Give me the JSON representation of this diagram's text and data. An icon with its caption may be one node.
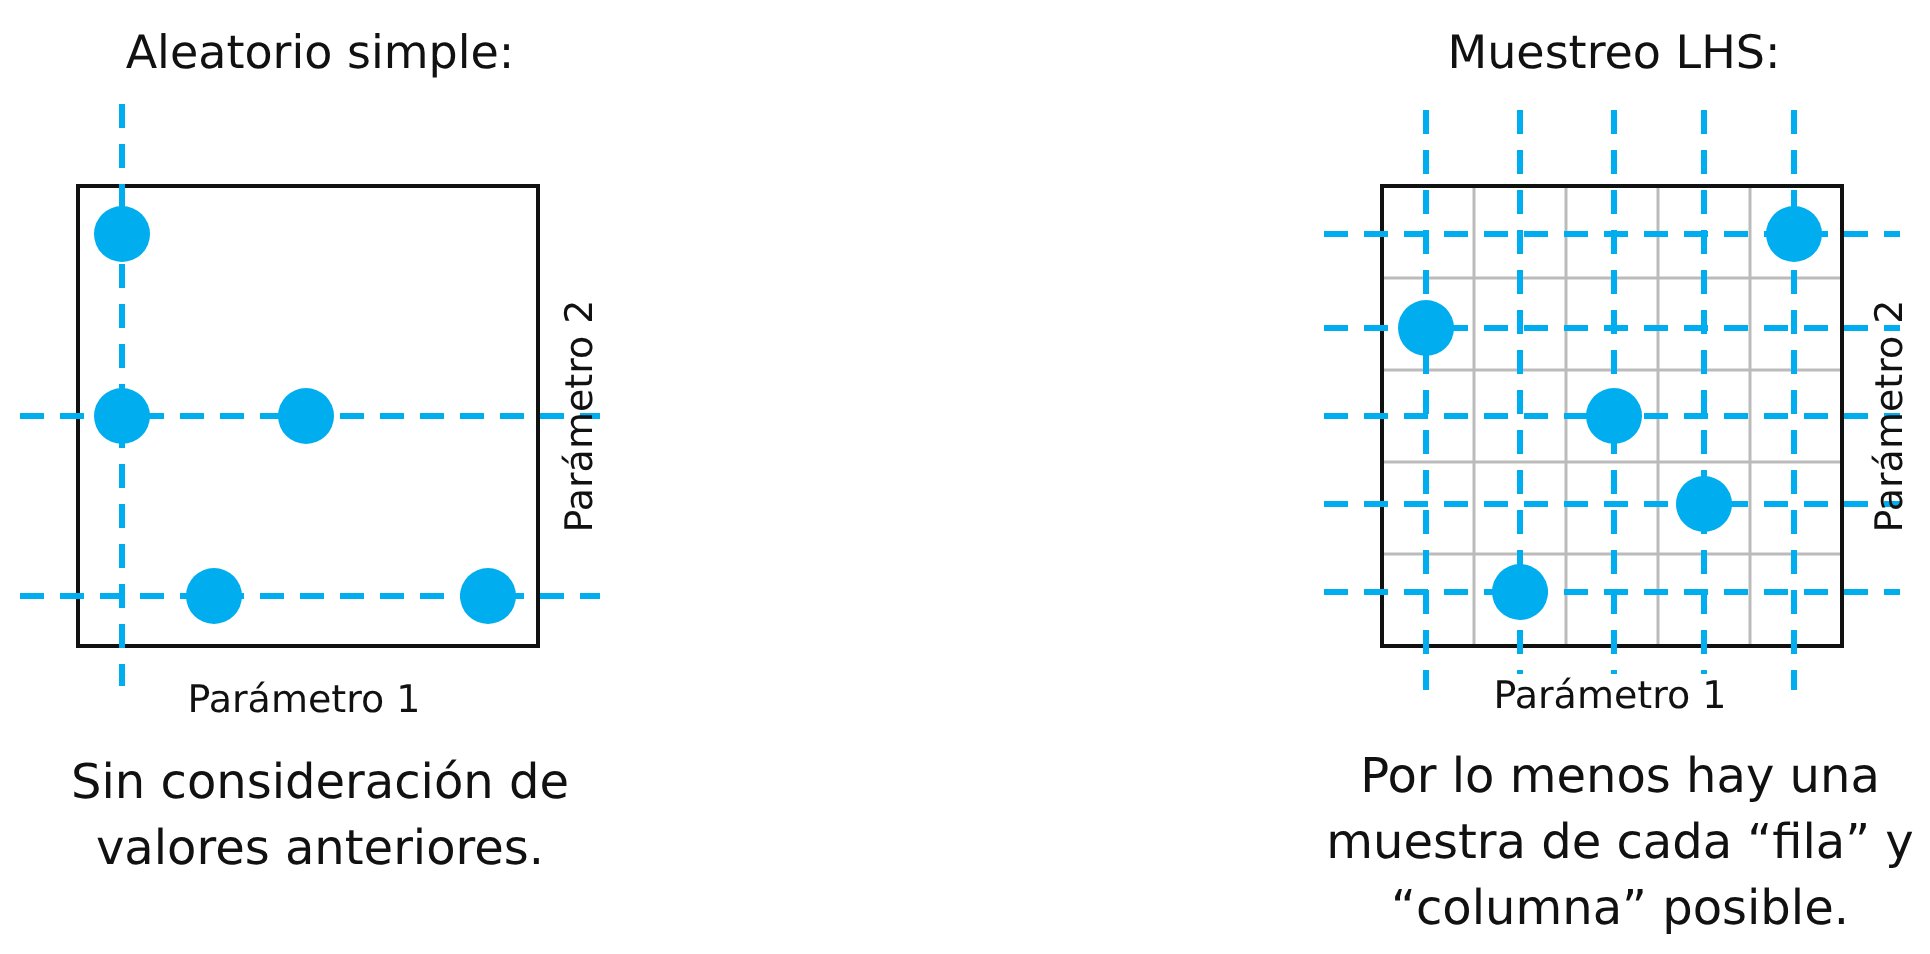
{
  "diagram": {
    "labels": [
      "Aleatorio simple:",
      "Muestreo LHS:",
      "Parámetro 2",
      "Parámetro 2",
      "Parámetro 1",
      "Parámetro 1",
      "Sin consideración de valores anteriores.",
      "Por lo menos hay una muestra de cada “fila” y “columna” posible."
    ]
  }
}
